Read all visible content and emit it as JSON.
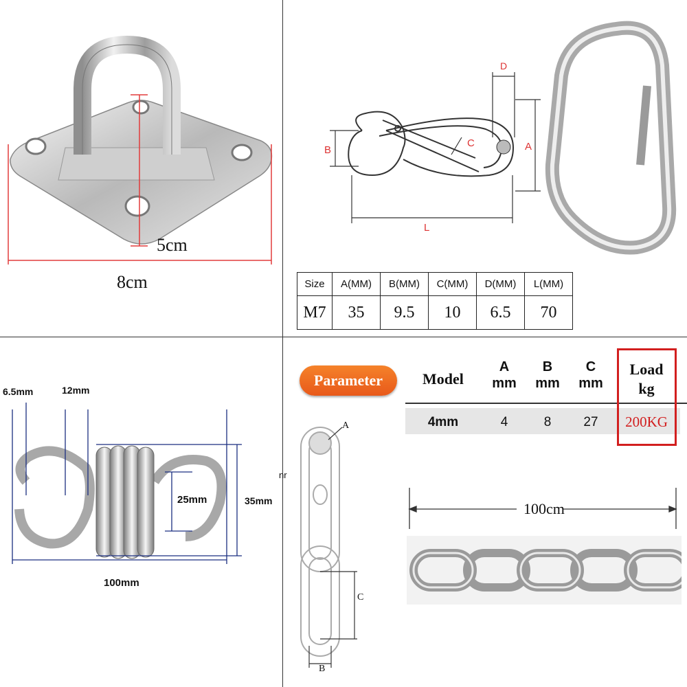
{
  "panel1": {
    "height_label": "5cm",
    "width_label": "8cm"
  },
  "panel2": {
    "diagram_labels": {
      "d": "D",
      "a": "A",
      "b": "B",
      "c": "C",
      "l": "L"
    },
    "table": {
      "headers": [
        "Size",
        "A(MM)",
        "B(MM)",
        "C(MM)",
        "D(MM)",
        "L(MM)"
      ],
      "row": [
        "M7",
        "35",
        "9.5",
        "10",
        "6.5",
        "70"
      ]
    }
  },
  "panel3": {
    "label_gap": "6.5mm",
    "label_hook": "12mm",
    "label_inner": "25mm",
    "label_height": "35mm",
    "label_length": "100mm"
  },
  "panel4": {
    "badge": "Parameter",
    "headers": {
      "model": "Model",
      "a_top": "A",
      "a_unit": "mm",
      "b_top": "B",
      "b_unit": "mm",
      "c_top": "C",
      "c_unit": "mm",
      "load_top": "Load",
      "load_unit": "kg"
    },
    "row": {
      "model": "4mm",
      "a": "4",
      "b": "8",
      "c": "27",
      "load": "200KG"
    },
    "diagram_labels": {
      "a": "A",
      "b": "B",
      "c": "C"
    },
    "stray_text": "nr",
    "chain_length": "100cm",
    "colors": {
      "badge": "#ee6a22",
      "highlight": "#d21f1f",
      "row_bg": "#e6e6e6"
    }
  }
}
